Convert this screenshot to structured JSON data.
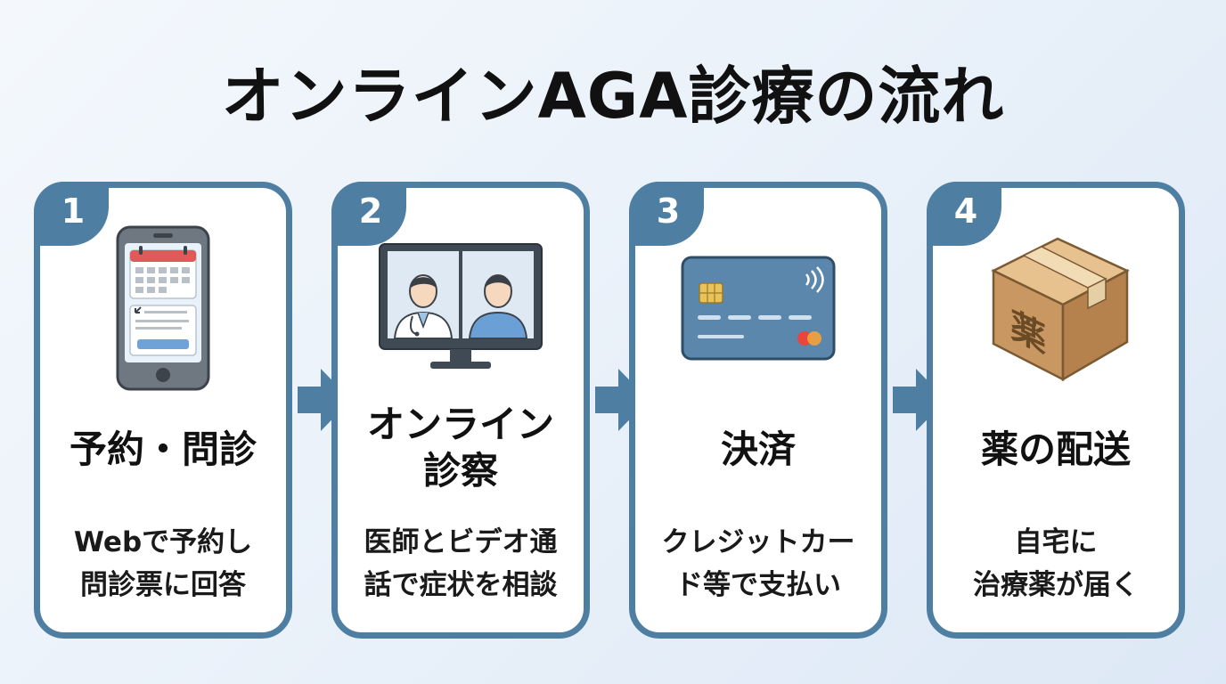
{
  "title": "オンラインAGA診療の流れ",
  "steps": [
    {
      "number": "1",
      "title_line1": "予約・問診",
      "title_line2": "",
      "desc_line1": "Webで予約し",
      "desc_line2": "問診票に回答",
      "icon": "smartphone-calendar-icon"
    },
    {
      "number": "2",
      "title_line1": "オンライン",
      "title_line2": "診察",
      "desc_line1": "医師とビデオ通",
      "desc_line2": "話で症状を相談",
      "icon": "video-call-monitor-icon"
    },
    {
      "number": "3",
      "title_line1": "決済",
      "title_line2": "",
      "desc_line1": "クレジットカー",
      "desc_line2": "ド等で支払い",
      "icon": "credit-card-icon"
    },
    {
      "number": "4",
      "title_line1": "薬の配送",
      "title_line2": "",
      "desc_line1": "自宅に",
      "desc_line2": "治療薬が届く",
      "icon": "medicine-box-icon",
      "box_label": "薬"
    }
  ],
  "colors": {
    "accent": "#4e7fa3",
    "card_bg": "#ffffff",
    "text": "#111111"
  }
}
